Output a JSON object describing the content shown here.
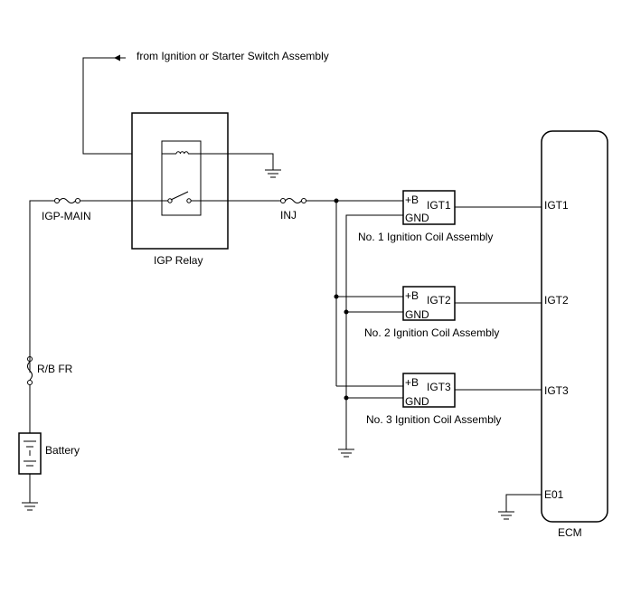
{
  "labels": {
    "from_switch": "from Ignition or Starter Switch Assembly",
    "igp_main": "IGP-MAIN",
    "igp_relay": "IGP Relay",
    "inj": "INJ",
    "rb_fr": "R/B FR",
    "battery": "Battery",
    "ecm": "ECM"
  },
  "coils": [
    {
      "plus_b": "+B",
      "igt": "IGT1",
      "gnd": "GND",
      "name": "No. 1 Ignition Coil Assembly"
    },
    {
      "plus_b": "+B",
      "igt": "IGT2",
      "gnd": "GND",
      "name": "No. 2 Ignition Coil Assembly"
    },
    {
      "plus_b": "+B",
      "igt": "IGT3",
      "gnd": "GND",
      "name": "No. 3 Ignition Coil Assembly"
    }
  ],
  "ecm_pins": [
    "IGT1",
    "IGT2",
    "IGT3",
    "E01"
  ]
}
